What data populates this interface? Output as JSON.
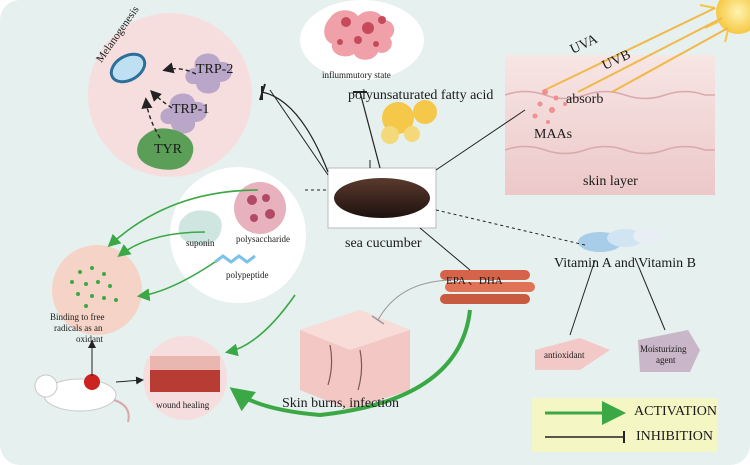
{
  "diagram": {
    "center": {
      "label": "sea cucumber"
    },
    "melanogenesis": {
      "title": "Melanogenesis",
      "trp2": "TRP-2",
      "trp1": "TRP-1",
      "tyr": "TYR"
    },
    "inflammation": {
      "state_label": "inflummutory state",
      "fatty_acid_label": "polyunsaturated fatty acid"
    },
    "uv": {
      "uva": "UVA",
      "uvb": "UVB",
      "absorb": "absorb",
      "maas": "MAAs",
      "skin_layer": "skin layer"
    },
    "components": {
      "suponin": "suponin",
      "polysaccharide": "polysaccharide",
      "polypeptide": "polypeptide"
    },
    "radicals": {
      "text_line1": "Binding to free",
      "text_line2": "radicals as an",
      "text_line3": "oxidant"
    },
    "wound": {
      "label": "wound healing"
    },
    "epa_dha": {
      "label": "EPA 、DHA"
    },
    "skin_burns": {
      "label": "Skin burns, infection"
    },
    "vitamins": {
      "label": "Vitamin A and Vitamin B",
      "antioxidant": "antioxidant",
      "moisturizing_line1": "Moisturizing",
      "moisturizing_line2": "agent"
    },
    "legend": {
      "activation": "ACTIVATION",
      "inhibition": "INHIBITION"
    },
    "colors": {
      "background": "#e6f0ef",
      "activation_green": "#3aa845",
      "skin_pink": "#f4dcdd",
      "sun_yellow": "#f8d35a",
      "melanin_purple": "#b9a6c8",
      "tyr_green": "#5a9e58"
    }
  }
}
